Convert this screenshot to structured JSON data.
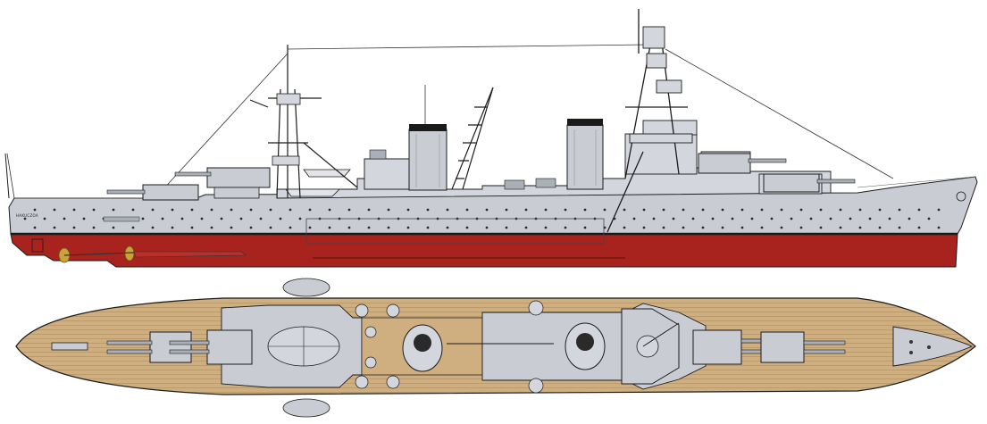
{
  "drawing": {
    "hull_name_text": "HAKUCZOA"
  },
  "colors": {
    "hull_grey": "#c9cdd3",
    "superstructure_grey": "#d3d6dc",
    "boot_topping": "#1a1a1a",
    "below_waterline_red": "#a8231d",
    "deck_wood": "#cfae80",
    "deck_plank_line": "#a8895c",
    "propeller_bronze": "#c9a33a",
    "outline": "#1c1c1c"
  },
  "views": [
    {
      "name": "profile"
    },
    {
      "name": "plan"
    }
  ]
}
